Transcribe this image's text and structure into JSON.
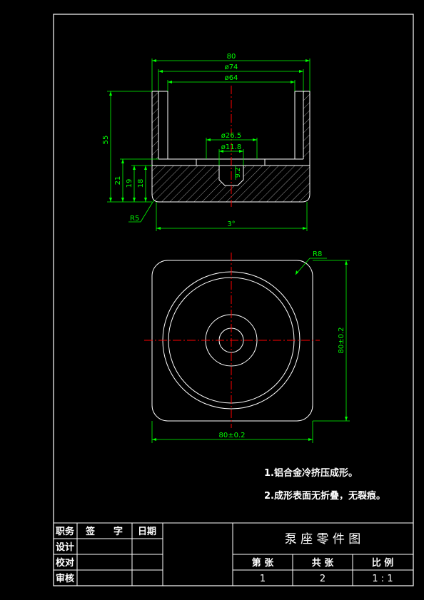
{
  "dimensions": {
    "top_width": "80",
    "top_dia74": "ø74",
    "top_dia64": "ø64",
    "top_dia26": "ø26.5",
    "top_dia11": "ø11.8",
    "height_55": "55",
    "height_21": "21",
    "height_19": "19",
    "height_18": "18",
    "hole_depth": "9.2",
    "radius_r5": "R5",
    "angle": "3°",
    "radius_r8": "R8",
    "plan_height": "80±0.2",
    "plan_width": "80±0.2"
  },
  "notes": [
    "1.铝合金冷挤压成形。",
    "2.成形表面无折叠，无裂痕。"
  ],
  "title_block": {
    "title": "泵 座 零 件 图",
    "col_role": "职务",
    "col_sign": "签　　字",
    "col_date": "日期",
    "row_design": "设计",
    "row_check": "校对",
    "row_review": "审核",
    "sheet_label": "第  张",
    "total_label": "共  张",
    "scale_label": "比  例",
    "sheet_no": "1",
    "total_no": "2",
    "scale": "1 : 1"
  },
  "colors": {
    "background": "#000000",
    "outline": "#ffffff",
    "dimension": "#00ff00",
    "centerline": "#ff0000"
  }
}
